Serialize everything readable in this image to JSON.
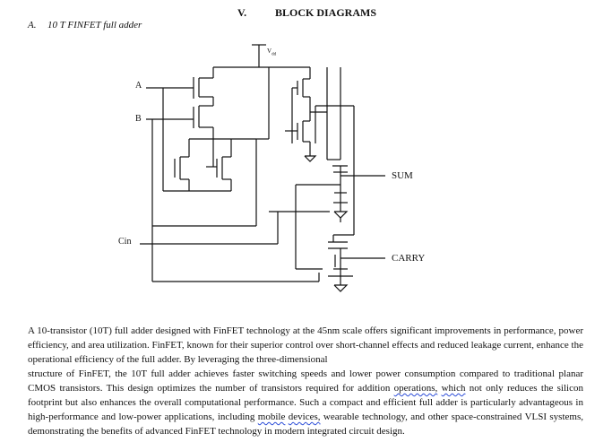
{
  "section": {
    "number": "V.",
    "title": "BLOCK DIAGRAMS"
  },
  "subsection": {
    "letter": "A.",
    "title": "10 T FINFET full adder"
  },
  "diagram": {
    "labels": {
      "vdd_main": "V",
      "vdd_sub": "dd",
      "a": "A",
      "b": "B",
      "cin": "Cin",
      "sum": "SUM",
      "carry": "CARRY"
    }
  },
  "body": {
    "p1": "A 10-transistor (10T) full adder designed with FinFET technology at the 45nm scale offers significant improvements in performance, power efficiency, and area utilization. FinFET, known for their superior control over short-channel effects and reduced leakage current, enhance the operational efficiency of the full adder. By leveraging the three-dimensional",
    "p2_a": "structure of FinFET, the 10T full adder achieves faster switching speeds and lower power consumption compared to traditional planar CMOS transistors. This design optimizes the number of transistors required for addition ",
    "p2_w1": "operations,",
    "p2_s1": " ",
    "p2_w2": "which",
    "p2_b": " not only reduces the silicon footprint but also enhances the overall computational performance. Such a compact and efficient full adder is particularly advantageous in high-performance and low-power applications, including ",
    "p2_w3": "mobile",
    "p2_s2": " ",
    "p2_w4": "devices,",
    "p2_c": " wearable technology, and other space-constrained VLSI systems, demonstrating the benefits of advanced FinFET technology in modern integrated circuit design."
  }
}
